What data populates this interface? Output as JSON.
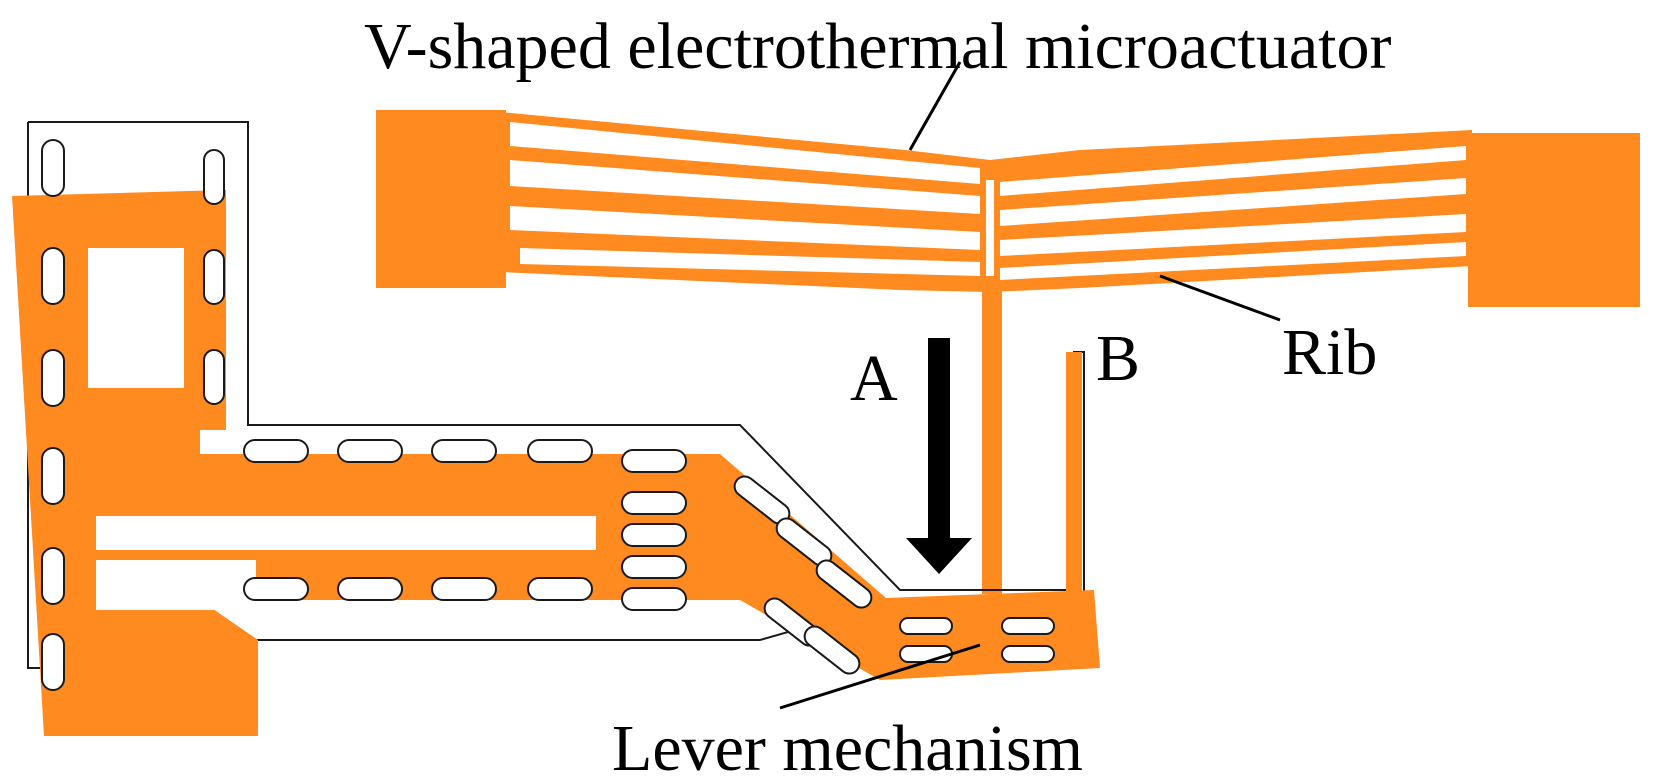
{
  "labels": {
    "actuator": "V-shaped electrothermal microactuator",
    "rib": "Rib",
    "lever": "Lever mechanism",
    "point_a": "A",
    "point_b": "B"
  },
  "colors": {
    "orange": "#FF8A1F",
    "outline": "#1a1a1a",
    "slot": "#ffffff",
    "arrow": "#000000"
  }
}
